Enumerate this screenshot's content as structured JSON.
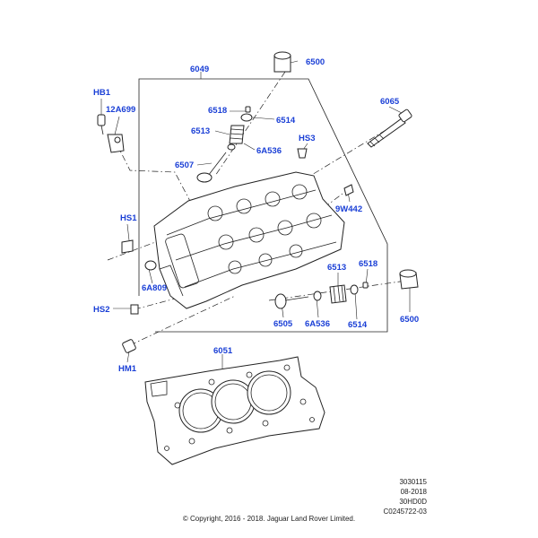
{
  "callouts": {
    "c6049": "6049",
    "c6500_top": "6500",
    "cHB1": "HB1",
    "c12A699": "12A699",
    "c6518_top": "6518",
    "c6514_top": "6514",
    "c6513_top": "6513",
    "c6A536_top": "6A536",
    "cHS3": "HS3",
    "c6507": "6507",
    "c6065": "6065",
    "c9W442": "9W442",
    "cHS1": "HS1",
    "c6A809": "6A809",
    "c6513_right": "6513",
    "c6518_right": "6518",
    "c6500_right": "6500",
    "cHS2": "HS2",
    "c6505": "6505",
    "c6A536_bottom": "6A536",
    "c6514_bottom": "6514",
    "cHM1": "HM1",
    "c6051": "6051"
  },
  "meta": {
    "line1": "3030115",
    "line2": "08-2018",
    "line3": "30HD0D",
    "line4": "C0245722-03"
  },
  "copyright": "© Copyright, 2016 - 2018. Jaguar Land Rover Limited.",
  "colors": {
    "callout": "#1a3fd6",
    "line": "#222222"
  }
}
